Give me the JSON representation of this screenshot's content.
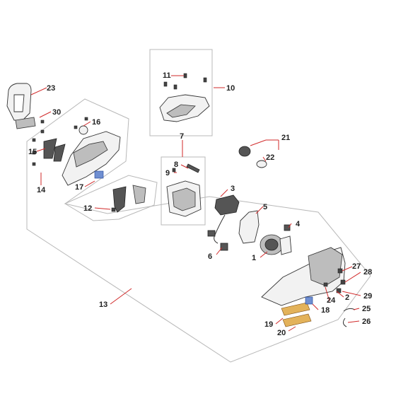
{
  "callouts": {
    "c1": "1",
    "c2": "2",
    "c3": "3",
    "c4": "4",
    "c5": "5",
    "c6": "6",
    "c7": "7",
    "c8": "8",
    "c9": "9",
    "c10": "10",
    "c11": "11",
    "c12": "12",
    "c13": "13",
    "c14": "14",
    "c15": "15",
    "c16": "16",
    "c17": "17",
    "c18": "18",
    "c19": "19",
    "c20": "20",
    "c21": "21",
    "c22": "22",
    "c23": "23",
    "c24": "24",
    "c25": "25",
    "c26": "26",
    "c27": "27",
    "c28": "28",
    "c29": "29",
    "c30": "30"
  },
  "colors": {
    "leader": "#d12a2a",
    "frame": "#b8b8b8",
    "label": "#222222"
  }
}
